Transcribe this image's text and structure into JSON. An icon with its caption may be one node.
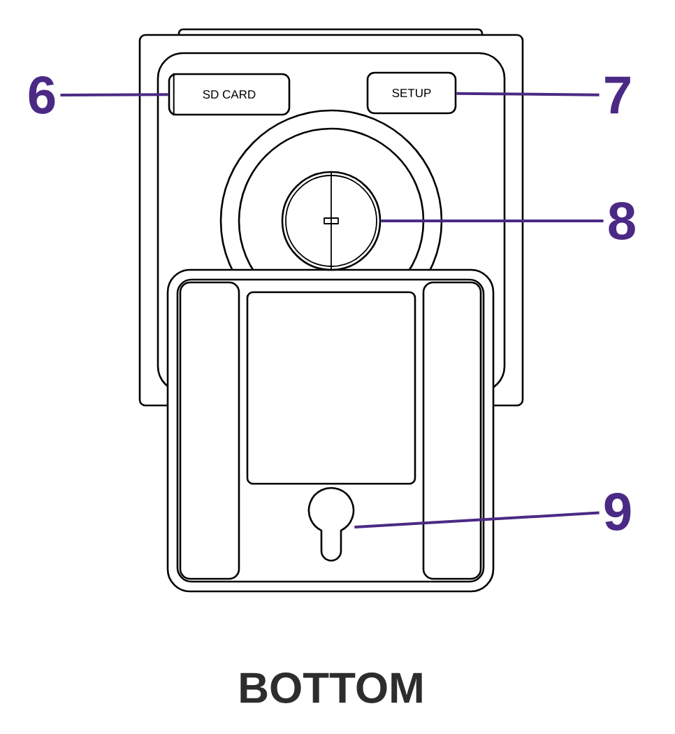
{
  "diagram": {
    "title": "BOTTOM",
    "nodes": [
      {
        "text": [
          "6"
        ]
      },
      {
        "text": [
          "SD CARD"
        ]
      },
      {
        "text": [
          "SETUP"
        ]
      },
      {
        "text": [
          "7"
        ]
      },
      {
        "text": [
          "8"
        ]
      },
      {
        "text": [],
        "shape": "circle"
      },
      {
        "text": [
          "9"
        ]
      },
      {
        "text": [],
        "shape": "keyhole"
      }
    ],
    "edges": [
      {
        "from": 0,
        "to": 1,
        "arrow": "none"
      },
      {
        "from": 3,
        "to": 2,
        "arrow": "none"
      },
      {
        "from": 4,
        "to": 5,
        "arrow": "none"
      },
      {
        "from": 6,
        "to": 7,
        "arrow": "none"
      }
    ]
  }
}
